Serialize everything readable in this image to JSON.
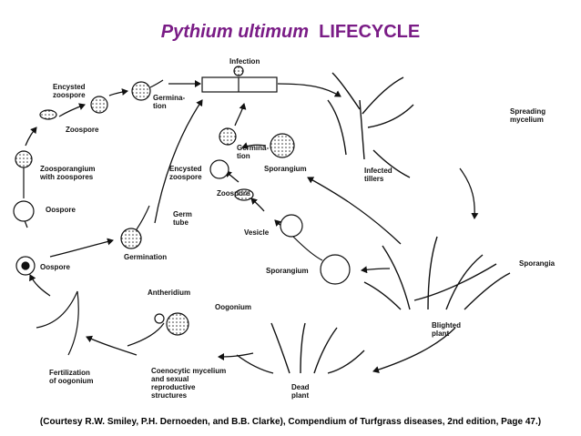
{
  "title": {
    "species": "Pythium ultimum",
    "rest": "LIFECYCLE"
  },
  "labels": {
    "infection": "Infection",
    "encysted_zoospore_top_1": "Encysted",
    "encysted_zoospore_top_2": "zoospore",
    "germination_top_1": "Germina-",
    "germination_top_2": "tion",
    "zoospore_left": "Zoospore",
    "zoosporangium_1": "Zoosporangium",
    "zoosporangium_2": "with zoospores",
    "oospore_upper": "Oospore",
    "oospore_lower": "Oospore",
    "germ_tube_1": "Germ",
    "germ_tube_2": "tube",
    "germination_mid": "Germination",
    "germination_center_1": "Germina-",
    "germination_center_2": "tion",
    "encysted_zoospore_center_1": "Encysted",
    "encysted_zoospore_center_2": "zoospore",
    "sporangium_upper": "Sporangium",
    "zoospore_center": "Zoospore",
    "vesicle": "Vesicle",
    "sporangium_lower": "Sporangium",
    "spreading_mycelium_1": "Spreading",
    "spreading_mycelium_2": "mycelium",
    "infected_tillers_1": "Infected",
    "infected_tillers_2": "tillers",
    "sporangia": "Sporangia",
    "blighted_plant_1": "Blighted",
    "blighted_plant_2": "plant",
    "antheridium": "Antheridium",
    "oogonium": "Oogonium",
    "fertilization_1": "Fertilization",
    "fertilization_2": "of oogonium",
    "coenocytic_1": "Coenocytic mycelium",
    "coenocytic_2": "and sexual",
    "coenocytic_3": "reproductive",
    "coenocytic_4": "structures",
    "dead_plant_1": "Dead",
    "dead_plant_2": "plant"
  },
  "caption": "(Courtesy R.W. Smiley, P.H. Dernoeden, and B.B. Clarke), Compendium of Turfgrass diseases, 2nd edition, Page 47.)"
}
